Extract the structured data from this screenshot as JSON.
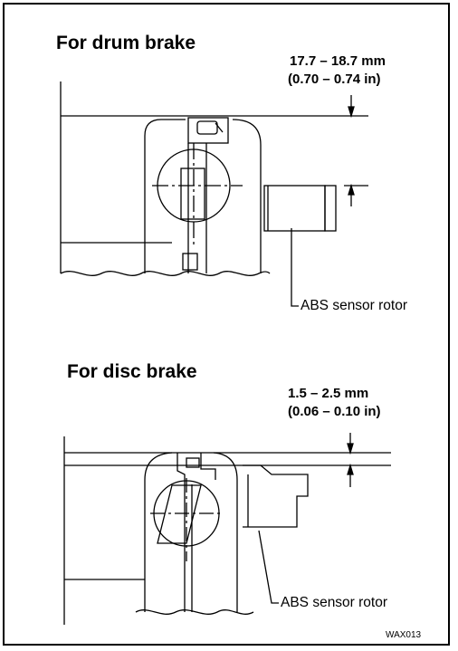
{
  "drum": {
    "title": "For drum brake",
    "dim_mm": "17.7 – 18.7 mm",
    "dim_in": "(0.70 – 0.74 in)",
    "callout": "ABS sensor rotor"
  },
  "disc": {
    "title": "For disc brake",
    "dim_mm": "1.5 – 2.5 mm",
    "dim_in": "(0.06 – 0.10 in)",
    "callout": "ABS sensor rotor"
  },
  "figure_code": "WAX013"
}
